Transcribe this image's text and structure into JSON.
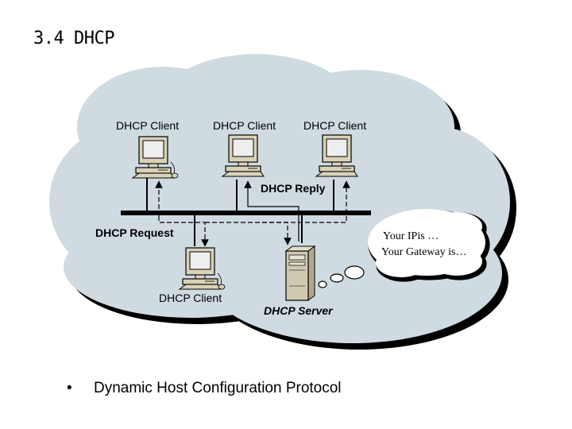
{
  "title": "3.4 DHCP",
  "clients": {
    "top_left": "DHCP Client",
    "top_middle": "DHCP Client",
    "top_right": "DHCP Client",
    "bottom": "DHCP Client"
  },
  "server_label": "DHCP Server",
  "reply_label": "DHCP Reply",
  "request_label": "DHCP Request",
  "thought": {
    "line1": "Your IPis …",
    "line2": "Your Gateway is…"
  },
  "bullet": {
    "marker": "•",
    "text": "Dynamic Host Configuration Protocol"
  },
  "colors": {
    "cloud_fill": "#cfdbe0",
    "cloud_shadow": "#000000",
    "thought_fill": "#ffffff",
    "monitor_beige": "#d8d2b8",
    "server_beige": "#cfc9b0",
    "bus": "#000000"
  }
}
